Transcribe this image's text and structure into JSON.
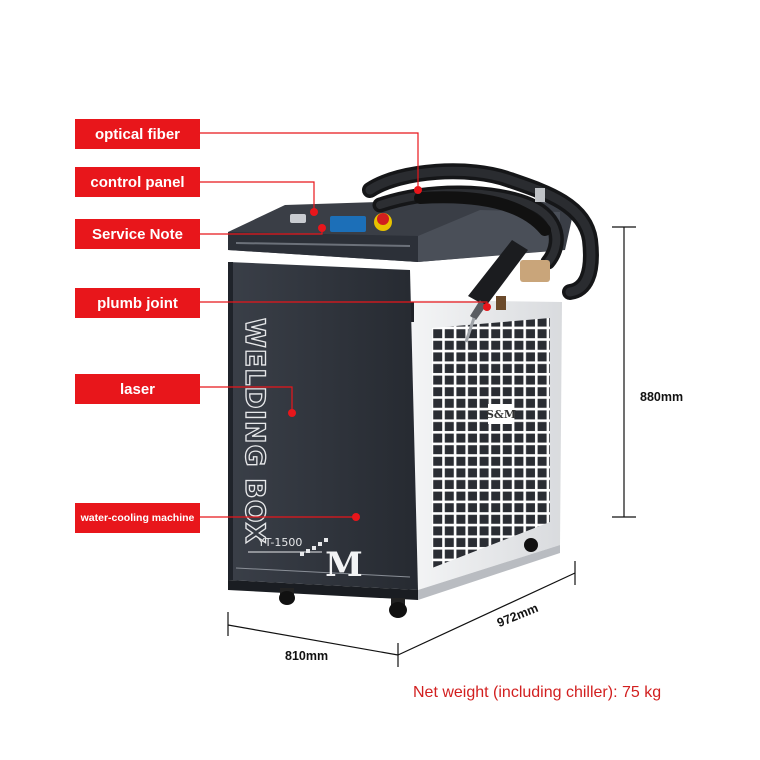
{
  "callouts": [
    {
      "key": "optical_fiber",
      "text": "optical fiber"
    },
    {
      "key": "control_panel",
      "text": "control panel"
    },
    {
      "key": "service_note",
      "text": "Service Note"
    },
    {
      "key": "plumb_joint",
      "text": "plumb joint"
    },
    {
      "key": "laser",
      "text": "laser"
    },
    {
      "key": "water_cooling",
      "text": "water-cooling machine"
    }
  ],
  "machine": {
    "brand_text": "WELDING BOX",
    "model": "YT-1500",
    "logo_letter": "M",
    "grille_badge": "S&M"
  },
  "dimensions": {
    "height": "880mm",
    "depth": "972mm",
    "width": "810mm"
  },
  "note": "Net weight (including chiller): 75 kg",
  "colors": {
    "callout_red": "#e8161b",
    "leader_red": "#e8161b",
    "note_red": "#d21f1f",
    "machine_dark": "#2b2f37",
    "machine_light": "#e7e8ea"
  }
}
